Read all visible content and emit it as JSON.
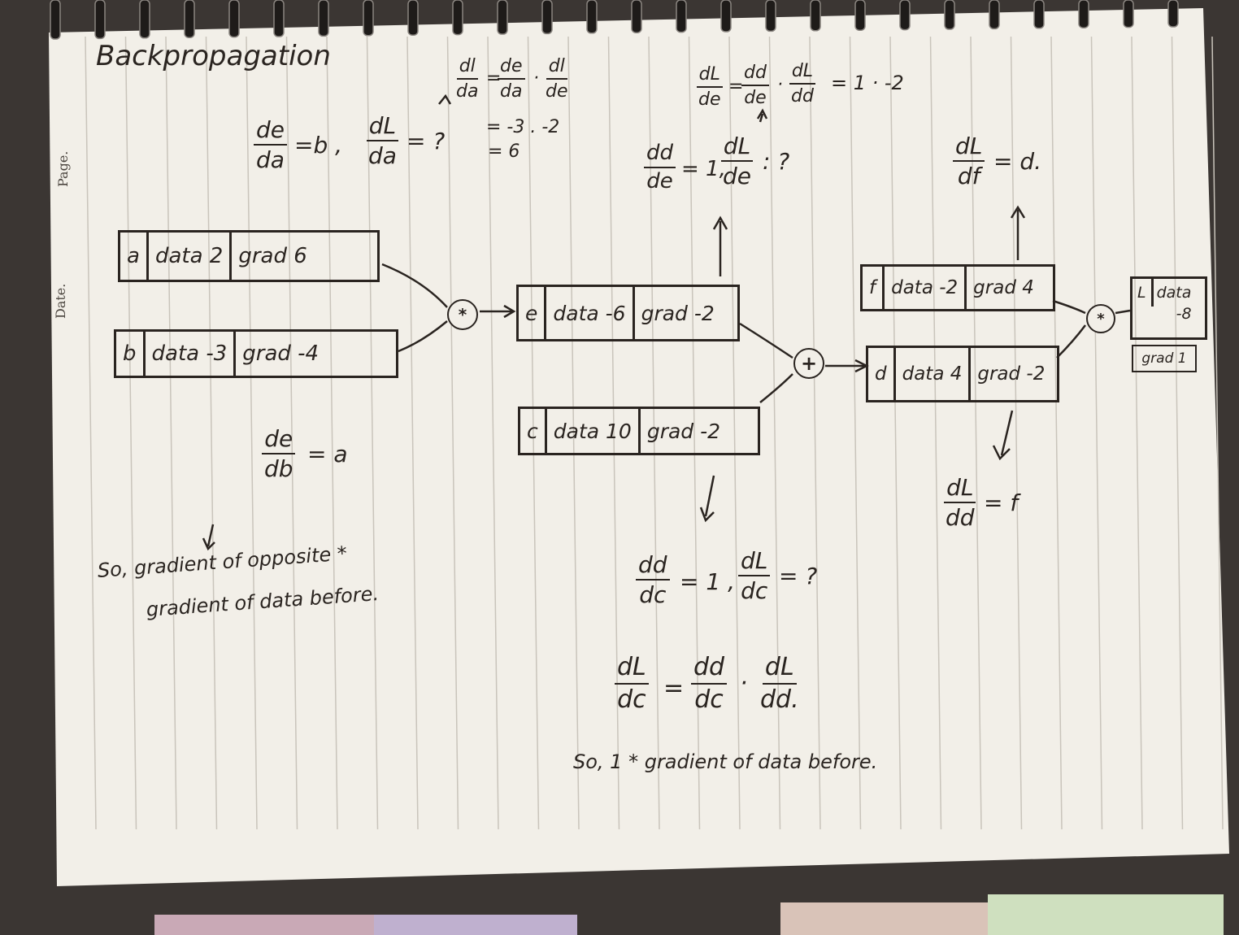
{
  "page": {
    "margin_label_page": "Page.",
    "margin_label_date": "Date.",
    "title": "Backpropagation"
  },
  "equations": {
    "de_da_lhs_num": "de",
    "de_da_lhs_den": "da",
    "de_da_rhs": "=b ,",
    "dl_da_q_num": "dL",
    "dl_da_q_den": "da",
    "dl_da_q_rhs": "= ?",
    "chain_a_lhs_num": "dl",
    "chain_a_lhs_den": "da",
    "chain_a_eq": "=",
    "chain_a_f1_num": "de",
    "chain_a_f1_den": "da",
    "chain_a_dot": "·",
    "chain_a_f2_num": "dl",
    "chain_a_f2_den": "de",
    "chain_a_line2": "= -3 . -2",
    "chain_a_line3": "= 6",
    "chain_e_lhs_num": "dL",
    "chain_e_lhs_den": "de",
    "chain_e_eq": "=",
    "chain_e_f1_num": "dd",
    "chain_e_f1_den": "de",
    "chain_e_dot": "·",
    "chain_e_f2_num": "dL",
    "chain_e_f2_den": "dd",
    "chain_e_rhs": "= 1 · -2",
    "dd_de_num": "dd",
    "dd_de_den": "de",
    "dd_de_rhs": "= 1,",
    "dl_de_q_num": "dL",
    "dl_de_q_den": "de",
    "dl_de_q_rhs": ": ?",
    "dl_df_num": "dL",
    "dl_df_den": "df",
    "dl_df_rhs": "= d.",
    "de_db_num": "de",
    "de_db_den": "db",
    "de_db_rhs": "= a",
    "dl_dd_num": "dL",
    "dl_dd_den": "dd",
    "dl_dd_rhs": "= f",
    "dd_dc_num": "dd",
    "dd_dc_den": "dc",
    "dd_dc_rhs": "= 1 ,",
    "dl_dc_q_num": "dL",
    "dl_dc_q_den": "dc",
    "dl_dc_q_rhs": "= ?",
    "chain_c_lhs_num": "dL",
    "chain_c_lhs_den": "dc",
    "chain_c_eq": "=",
    "chain_c_f1_num": "dd",
    "chain_c_f1_den": "dc",
    "chain_c_dot": "·",
    "chain_c_f2_num": "dL",
    "chain_c_f2_den": "dd."
  },
  "notes": {
    "mult_note_line1": "So, gradient of opposite *",
    "mult_note_line2": "gradient of data before.",
    "add_note": "So, 1 * gradient of data before."
  },
  "nodes": {
    "a": {
      "name": "a",
      "data": "data 2",
      "grad": "grad 6"
    },
    "b": {
      "name": "b",
      "data": "data -3",
      "grad": "grad -4"
    },
    "e": {
      "name": "e",
      "data": "data -6",
      "grad": "grad -2"
    },
    "c": {
      "name": "c",
      "data": "data 10",
      "grad": "grad -2"
    },
    "f": {
      "name": "f",
      "data": "data -2",
      "grad": "grad 4"
    },
    "d": {
      "name": "d",
      "data": "data 4",
      "grad": "grad -2"
    },
    "L": {
      "name": "L",
      "data": "data",
      "data_value": "-8",
      "grad": "grad 1"
    }
  },
  "operators": {
    "mul_1": "*",
    "add_1": "+",
    "mul_2": "*"
  },
  "colors": {
    "paper": "#f2efe8",
    "ink": "#2a2420",
    "rule": "#bdb8b0"
  }
}
